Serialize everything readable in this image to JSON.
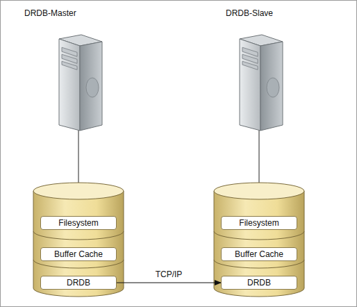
{
  "diagram": {
    "nodes": [
      {
        "text": [
          "Filesystem"
        ]
      },
      {
        "text": [
          "Buffer Cache"
        ]
      },
      {
        "text": [
          "DRDB"
        ]
      },
      {
        "text": [
          "Filesystem"
        ]
      },
      {
        "text": [
          "Buffer Cache"
        ]
      },
      {
        "text": [
          "DRDB"
        ]
      }
    ],
    "edges": [
      {
        "from": 2,
        "to": 5,
        "arrow": "to",
        "label": "TCP/IP"
      }
    ],
    "labels": [
      "DRDB-Master",
      "DRDB-Slave"
    ]
  }
}
